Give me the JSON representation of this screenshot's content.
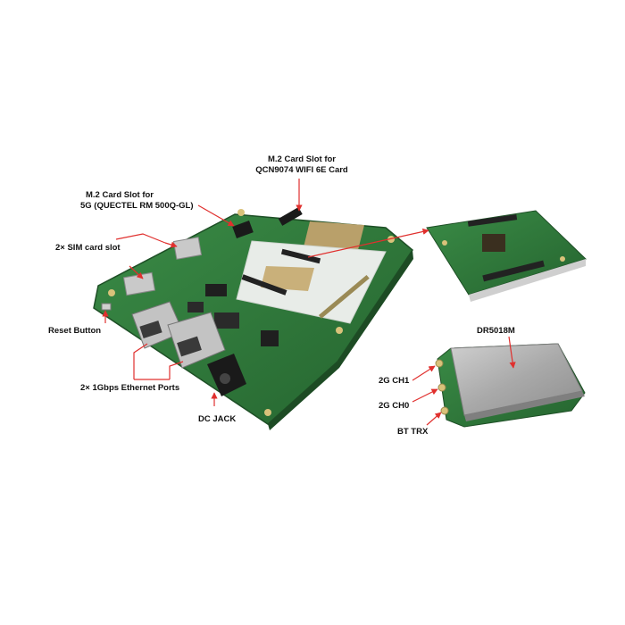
{
  "labels": {
    "m2_wifi": [
      "M.2 Card Slot for",
      "QCN9074  WIFI 6E Card"
    ],
    "m2_5g": [
      "M.2 Card Slot for",
      "5G (QUECTEL RM 500Q-GL)"
    ],
    "sim": "2× SIM card slot",
    "reset": "Reset Button",
    "ethernet": "2× 1Gbps Ethernet Ports",
    "dcjack": "DC JACK",
    "module": "DR5018M",
    "ch1": "2G CH1",
    "ch0": "2G CH0",
    "bt": "BT TRX"
  },
  "colors": {
    "pcb": "#2f7a3a",
    "pcb_dark": "#235d2c",
    "arrow": "#e0302e",
    "shield": "#a7a7a7",
    "gold": "#c9b07a"
  }
}
